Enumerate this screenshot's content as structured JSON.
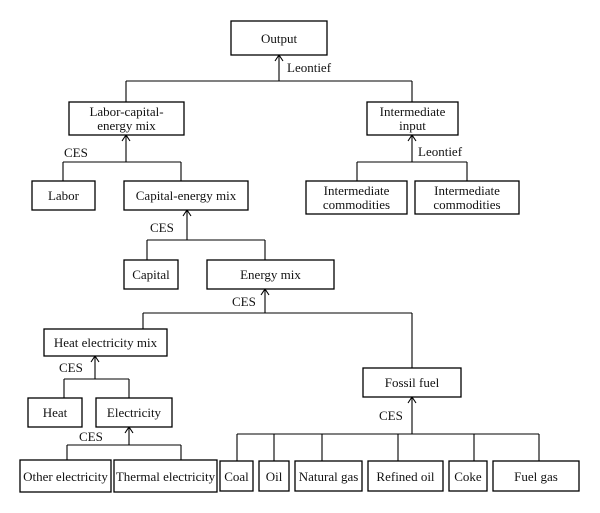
{
  "nodes": {
    "output": [
      "Output"
    ],
    "lce_mix": [
      "Labor-capital-",
      "energy mix"
    ],
    "intermediate_input": [
      "Intermediate",
      "input"
    ],
    "labor": [
      "Labor"
    ],
    "capital_energy_mix": [
      "Capital-energy mix"
    ],
    "intermediate_commodities_1": [
      "Intermediate",
      "commodities"
    ],
    "intermediate_commodities_2": [
      "Intermediate",
      "commodities"
    ],
    "capital": [
      "Capital"
    ],
    "energy_mix": [
      "Energy mix"
    ],
    "heat_electricity_mix": [
      "Heat electricity mix"
    ],
    "fossil_fuel": [
      "Fossil fuel"
    ],
    "heat": [
      "Heat"
    ],
    "electricity": [
      "Electricity"
    ],
    "other_electricity": [
      "Other electricity"
    ],
    "thermal_electricity": [
      "Thermal electricity"
    ],
    "coal": [
      "Coal"
    ],
    "oil": [
      "Oil"
    ],
    "natural_gas": [
      "Natural gas"
    ],
    "refined_oil": [
      "Refined oil"
    ],
    "coke": [
      "Coke"
    ],
    "fuel_gas": [
      "Fuel gas"
    ]
  },
  "functions": {
    "output": "Leontief",
    "lce_mix": "CES",
    "intermediate_input": "Leontief",
    "capital_energy_mix": "CES",
    "energy_mix": "CES",
    "heat_electricity_mix": "CES",
    "fossil_fuel": "CES",
    "electricity": "CES"
  }
}
